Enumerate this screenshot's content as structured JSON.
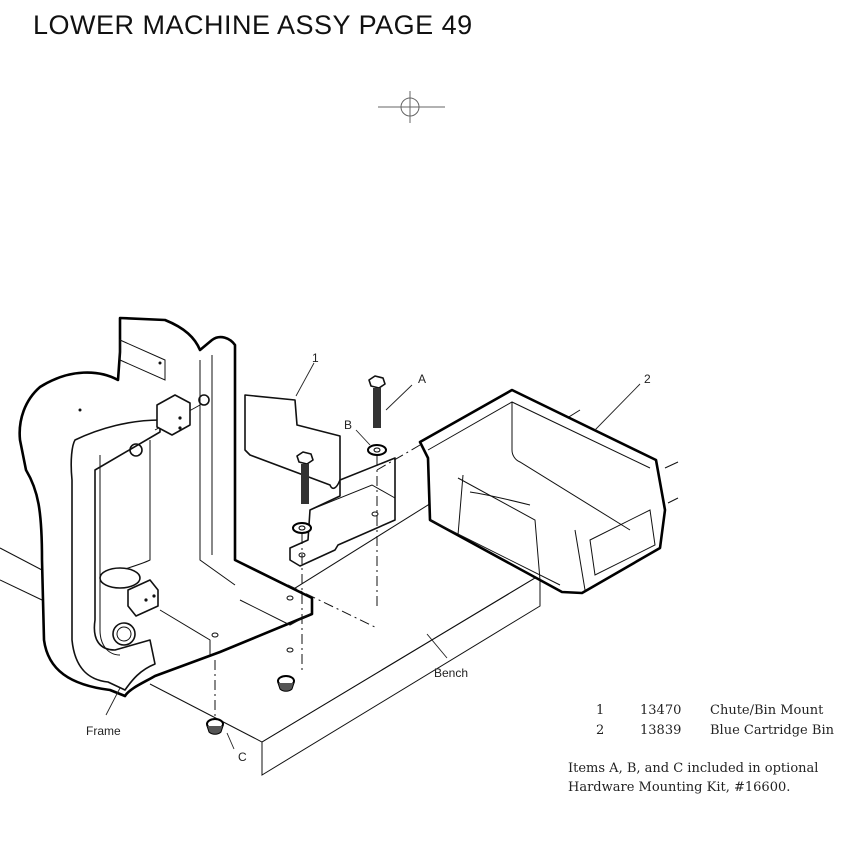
{
  "page": {
    "title": "LOWER MACHINE ASSY PAGE 49"
  },
  "callouts": {
    "part_1": "1",
    "part_2": "2",
    "item_a": "A",
    "item_b": "B",
    "item_c": "C",
    "frame": "Frame",
    "bench": "Bench"
  },
  "parts_list": [
    {
      "item": "1",
      "part_number": "13470",
      "description": "Chute/Bin Mount"
    },
    {
      "item": "2",
      "part_number": "13839",
      "description": "Blue Cartridge Bin"
    }
  ],
  "note": {
    "line1": "Items A, B, and C included in optional",
    "line2": "Hardware Mounting Kit, #16600."
  },
  "icons": {
    "registration_mark": "crosshair-circle"
  }
}
